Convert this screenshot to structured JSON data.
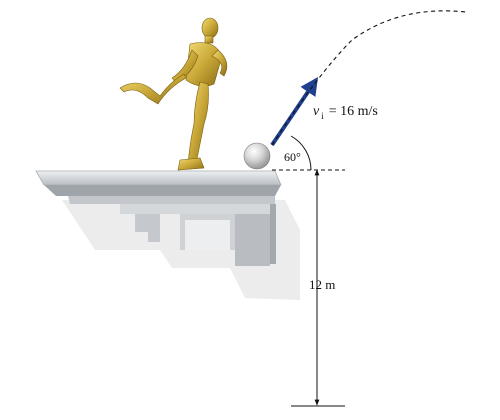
{
  "velocity_label": {
    "symbol": "v",
    "subscript": "i",
    "value": "= 16 m/s"
  },
  "angle_label": "60°",
  "height_label": "12 m",
  "colors": {
    "velocity_arrow": "#1f3f8f",
    "figure_gold": "#c9a838",
    "ball": "#c8c8c8",
    "ledge": "#d9dcdf",
    "shadow": "#e6e6e6"
  }
}
